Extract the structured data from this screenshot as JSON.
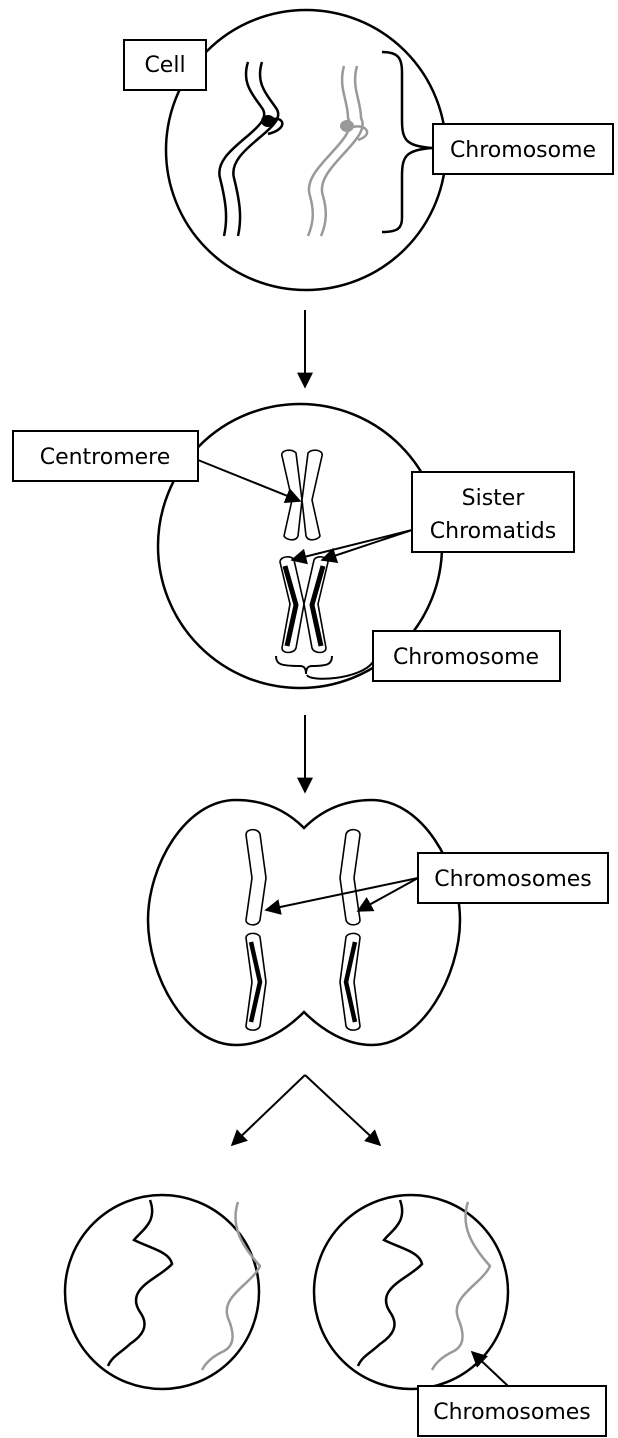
{
  "labels": {
    "cell": "Cell",
    "chromosome_top": "Chromosome",
    "centromere": "Centromere",
    "sister_line1": "Sister",
    "sister_line2": "Chromatids",
    "chromosome_mid": "Chromosome",
    "chromosomes_division": "Chromosomes",
    "chromosomes_bottom": "Chromosomes"
  },
  "colors": {
    "ink": "#000000",
    "gray_chromosome": "#999999",
    "background": "#ffffff"
  }
}
